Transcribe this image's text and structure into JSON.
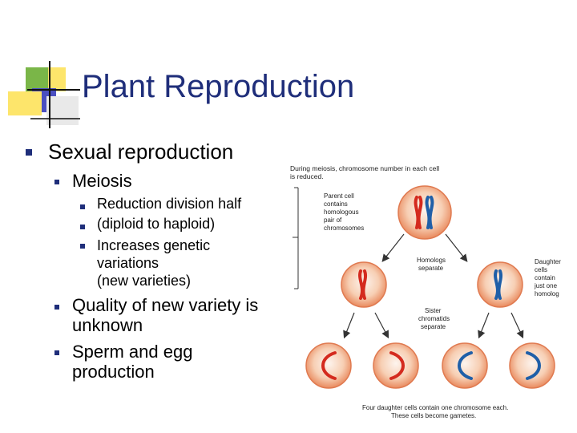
{
  "slide": {
    "title": "Plant Reproduction",
    "bullets": {
      "level1": "Sexual reproduction",
      "meiosis": "Meiosis",
      "sub1": "Reduction division half",
      "sub2": "(diploid to haploid)",
      "sub3a": "Increases genetic",
      "sub3b": "variations",
      "sub3c": "(new varieties)",
      "quality_a": "Quality of new variety is",
      "quality_b": "unknown",
      "sperm_a": "Sperm and egg",
      "sperm_b": "production"
    }
  },
  "diagram": {
    "caption_top_1": "During meiosis, chromosome number in each cell",
    "caption_top_2": "is reduced.",
    "parent_1": "Parent cell",
    "parent_2": "contains",
    "parent_3": "homologous",
    "parent_4": "pair of",
    "parent_5": "chromosomes",
    "homologs_1": "Homologs",
    "homologs_2": "separate",
    "daughter_1": "Daughter",
    "daughter_2": "cells",
    "daughter_3": "contain",
    "daughter_4": "just one",
    "daughter_5": "homolog",
    "sister_1": "Sister",
    "sister_2": "chromatids",
    "sister_3": "separate",
    "caption_bottom_1": "Four daughter cells contain one chromosome each.",
    "caption_bottom_2": "These cells become gametes."
  },
  "colors": {
    "title": "#1f2e7a",
    "bullet": "#1f2e7a",
    "chromosome_red": "#d42a1e",
    "chromosome_blue": "#1f5fa8",
    "cell": "#f1a780"
  }
}
